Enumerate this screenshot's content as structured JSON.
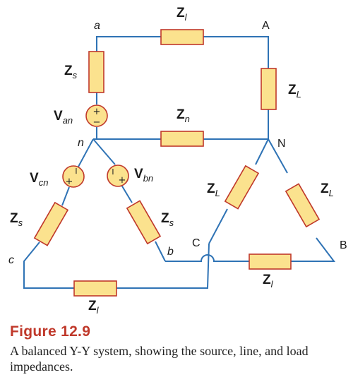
{
  "figure": {
    "title": "Figure 12.9",
    "caption": "A balanced Y-Y system, showing the source, line, and load impedances."
  },
  "circuit": {
    "nodes": {
      "a": "a",
      "n": "n",
      "b": "b",
      "c": "c",
      "A": "A",
      "N": "N",
      "B": "B",
      "C": "C"
    },
    "impedances": {
      "line_top": {
        "main": "Z",
        "sub": "l"
      },
      "line_bottom": {
        "main": "Z",
        "sub": "l"
      },
      "line_right": {
        "main": "Z",
        "sub": "l"
      },
      "neutral": {
        "main": "Z",
        "sub": "n"
      },
      "source_a": {
        "main": "Z",
        "sub": "s"
      },
      "source_b": {
        "main": "Z",
        "sub": "s"
      },
      "source_c": {
        "main": "Z",
        "sub": "s"
      },
      "load_a": {
        "main": "Z",
        "sub": "L"
      },
      "load_b": {
        "main": "Z",
        "sub": "L"
      },
      "load_c": {
        "main": "Z",
        "sub": "L"
      }
    },
    "sources": {
      "van": {
        "main": "V",
        "sub": "an"
      },
      "vbn": {
        "main": "V",
        "sub": "bn"
      },
      "vcn": {
        "main": "V",
        "sub": "cn"
      }
    },
    "polarity": {
      "plus": "+",
      "minus": "−"
    }
  }
}
